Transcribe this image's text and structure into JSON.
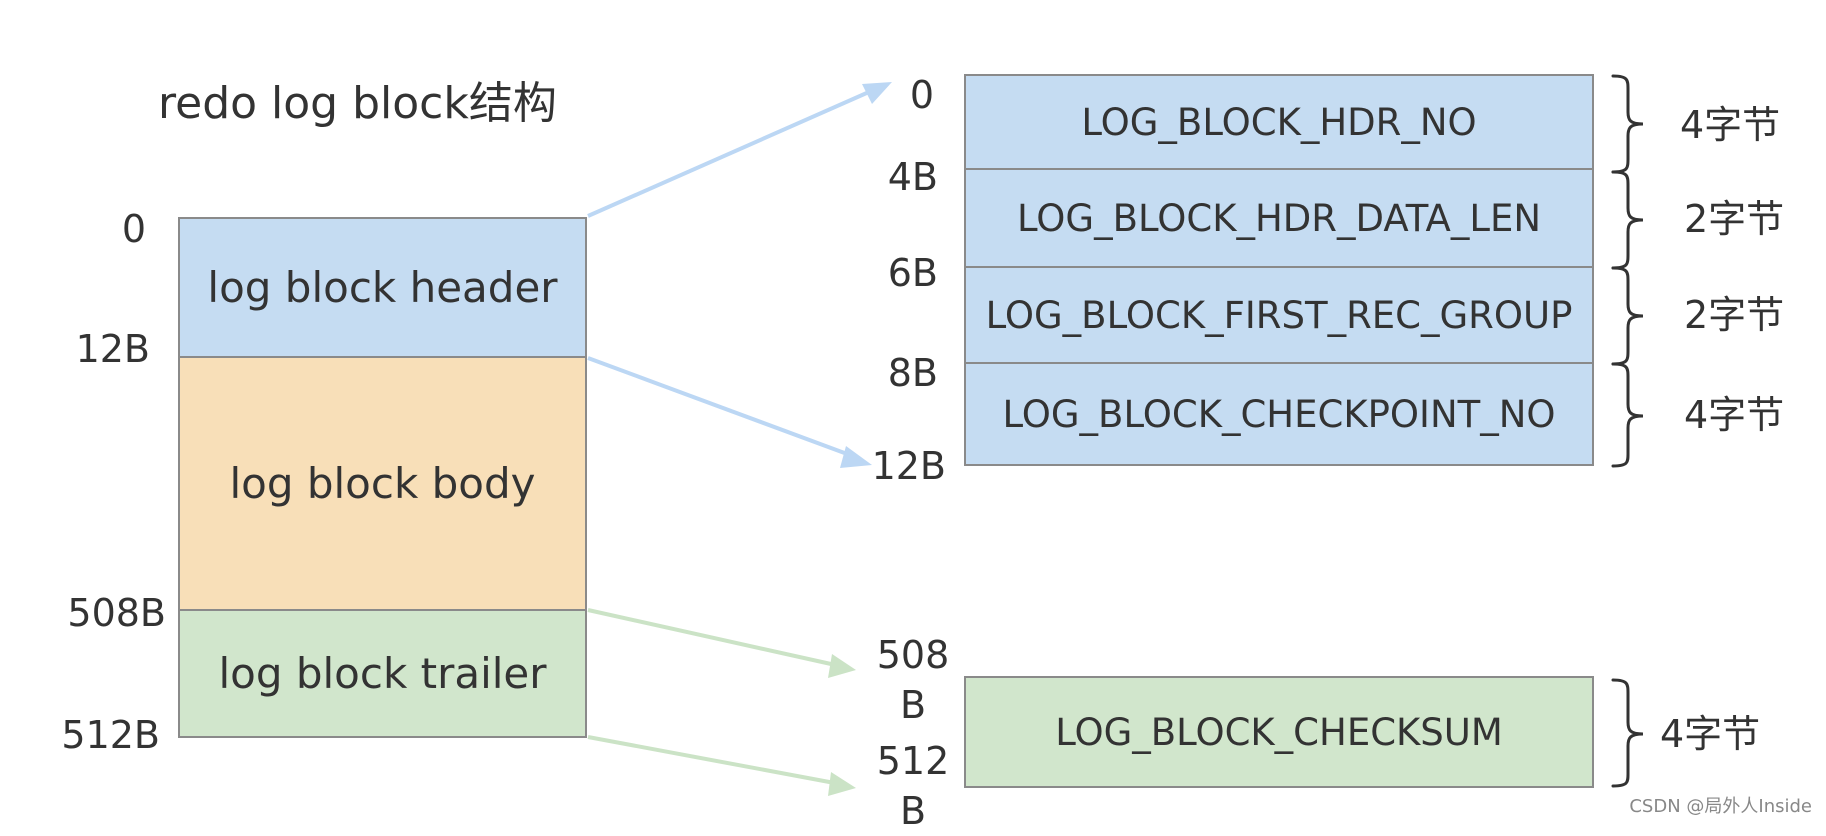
{
  "title": "redo log block结构",
  "colors": {
    "header": "#c5dcf2",
    "body": "#f8dfb8",
    "trailer": "#d1e6cc",
    "arrow_blue": "#bcd7f4",
    "arrow_green": "#cbe3c6",
    "border": "#8a8a8a"
  },
  "left_block": {
    "sections": [
      {
        "label": "log block header"
      },
      {
        "label": "log block body"
      },
      {
        "label": "log block trailer"
      }
    ],
    "offsets": [
      "0",
      "12B",
      "508B",
      "512B"
    ]
  },
  "header_detail": {
    "fields": [
      {
        "label": "LOG_BLOCK_HDR_NO",
        "size": "4字节"
      },
      {
        "label": "LOG_BLOCK_HDR_DATA_LEN",
        "size": "2字节"
      },
      {
        "label": "LOG_BLOCK_FIRST_REC_GROUP",
        "size": "2字节"
      },
      {
        "label": "LOG_BLOCK_CHECKPOINT_NO",
        "size": "4字节"
      }
    ],
    "offsets": [
      "0",
      "4B",
      "6B",
      "8B",
      "12B"
    ]
  },
  "trailer_detail": {
    "fields": [
      {
        "label": "LOG_BLOCK_CHECKSUM",
        "size": "4字节"
      }
    ],
    "offsets": [
      "508\nB",
      "512\nB"
    ]
  },
  "watermark": "CSDN @局外人Inside"
}
